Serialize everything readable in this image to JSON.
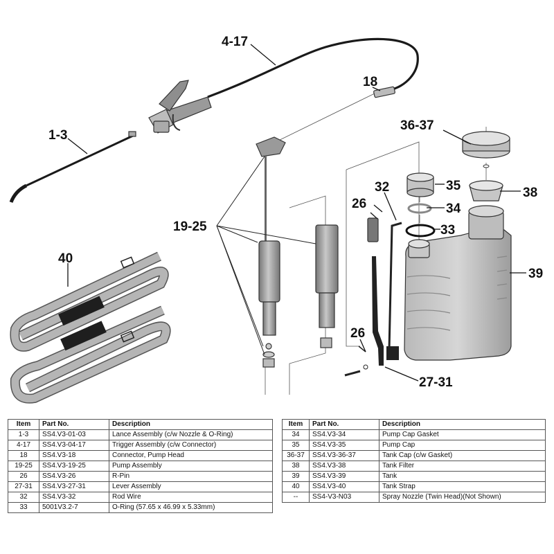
{
  "callouts": {
    "c1": "4-17",
    "c2": "18",
    "c3": "1-3",
    "c4": "36-37",
    "c5": "35",
    "c6": "32",
    "c7": "38",
    "c8": "26",
    "c9": "34",
    "c10": "19-25",
    "c11": "33",
    "c12": "40",
    "c13": "39",
    "c14": "26",
    "c15": "27-31"
  },
  "table_headers": {
    "item": "Item",
    "part": "Part No.",
    "desc": "Description"
  },
  "parts_left": [
    {
      "item": "1-3",
      "part": "SS4.V3-01-03",
      "desc": "Lance Assembly (c/w Nozzle & O-Ring)"
    },
    {
      "item": "4-17",
      "part": "SS4.V3-04-17",
      "desc": "Trigger Assembly  (c/w Connector)"
    },
    {
      "item": "18",
      "part": "SS4.V3-18",
      "desc": "Connector, Pump Head"
    },
    {
      "item": "19-25",
      "part": "SS4.V3-19-25",
      "desc": "Pump Assembly"
    },
    {
      "item": "26",
      "part": "SS4.V3-26",
      "desc": "R-Pin"
    },
    {
      "item": "27-31",
      "part": "SS4.V3-27-31",
      "desc": "Lever Assembly"
    },
    {
      "item": "32",
      "part": "SS4.V3-32",
      "desc": "Rod Wire"
    },
    {
      "item": "33",
      "part": "5001V3.2-7",
      "desc": "O-Ring (57.65 x 46.99 x 5.33mm)"
    }
  ],
  "parts_right": [
    {
      "item": "34",
      "part": "SS4.V3-34",
      "desc": "Pump Cap Gasket"
    },
    {
      "item": "35",
      "part": "SS4.V3-35",
      "desc": "Pump Cap"
    },
    {
      "item": "36-37",
      "part": "SS4.V3-36-37",
      "desc": "Tank Cap (c/w Gasket)"
    },
    {
      "item": "38",
      "part": "SS4.V3-38",
      "desc": "Tank Filter"
    },
    {
      "item": "39",
      "part": "SS4.V3-39",
      "desc": "Tank"
    },
    {
      "item": "40",
      "part": "SS4.V3-40",
      "desc": "Tank Strap"
    },
    {
      "item": "--",
      "part": "SS4-V3-N03",
      "desc": "Spray Nozzle (Twin Head)(Not Shown)"
    }
  ]
}
